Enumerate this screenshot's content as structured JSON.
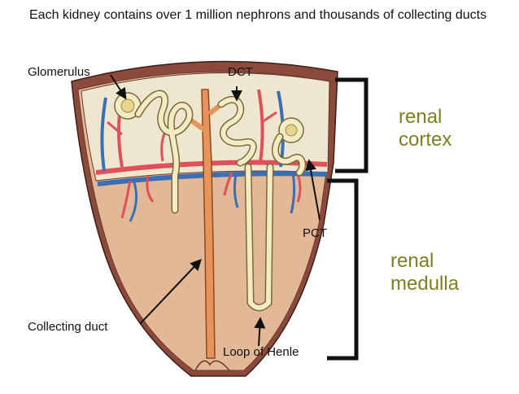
{
  "caption": "Each kidney contains over 1 million nephrons and thousands of collecting ducts",
  "labels": {
    "glomerulus": "Glomerulus",
    "dct": "DCT",
    "pct": "PCT",
    "collecting_duct": "Collecting duct",
    "loop_of_henle": "Loop of Henle"
  },
  "regions": {
    "cortex": [
      "renal",
      "cortex"
    ],
    "medulla": [
      "renal",
      "medulla"
    ]
  },
  "colors": {
    "region_label": "#7f7f1f",
    "capsule": "#8b4a3b",
    "cortex": "#efe6cf",
    "medulla": "#e2b896",
    "artery": "#e0505a",
    "vein": "#3a6fb5",
    "collecting_duct": "#e8935a",
    "tubule": "#f2ebc4"
  }
}
